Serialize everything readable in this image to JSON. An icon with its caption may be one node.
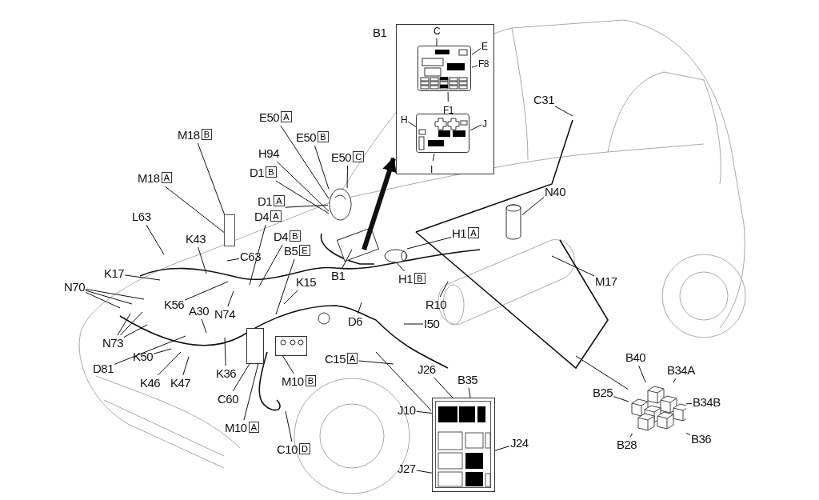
{
  "diagram": {
    "nodes": [
      {
        "text": [
          "B1"
        ]
      },
      {
        "text": [
          "C"
        ],
        "in": 0
      },
      {
        "text": [
          "E"
        ],
        "in": 0
      },
      {
        "text": [
          "F8"
        ],
        "in": 0
      },
      {
        "text": [
          "F1"
        ],
        "in": 0
      },
      {
        "text": [
          "H"
        ],
        "in": 0
      },
      {
        "text": [
          "J"
        ],
        "in": 0
      },
      {
        "text": [
          "I"
        ],
        "in": 0
      },
      {
        "text": [
          "C31"
        ]
      },
      {
        "text": [
          "E50",
          "A"
        ]
      },
      {
        "text": [
          "E50",
          "B"
        ]
      },
      {
        "text": [
          "E50",
          "C"
        ]
      },
      {
        "text": [
          "H94"
        ]
      },
      {
        "text": [
          "M18",
          "B"
        ]
      },
      {
        "text": [
          "M18",
          "A"
        ]
      },
      {
        "text": [
          "D1",
          "B"
        ]
      },
      {
        "text": [
          "D1",
          "A"
        ]
      },
      {
        "text": [
          "D4",
          "A"
        ]
      },
      {
        "text": [
          "D4",
          "B"
        ]
      },
      {
        "text": [
          "L63"
        ]
      },
      {
        "text": [
          "K43"
        ]
      },
      {
        "text": [
          "C63"
        ]
      },
      {
        "text": [
          "B5",
          "E"
        ]
      },
      {
        "text": [
          "N40"
        ]
      },
      {
        "text": [
          "H1",
          "A"
        ]
      },
      {
        "text": [
          "H1",
          "B"
        ]
      },
      {
        "text": [
          "B1"
        ]
      },
      {
        "text": [
          "K17"
        ]
      },
      {
        "text": [
          "K56"
        ]
      },
      {
        "text": [
          "N70"
        ]
      },
      {
        "text": [
          "A30"
        ]
      },
      {
        "text": [
          "N74"
        ]
      },
      {
        "text": [
          "K15"
        ]
      },
      {
        "text": [
          "M17"
        ]
      },
      {
        "text": [
          "R10"
        ]
      },
      {
        "text": [
          "D6"
        ]
      },
      {
        "text": [
          "I50"
        ]
      },
      {
        "text": [
          "N73"
        ]
      },
      {
        "text": [
          "D81"
        ]
      },
      {
        "text": [
          "K50"
        ]
      },
      {
        "text": [
          "K36"
        ]
      },
      {
        "text": [
          "C15",
          "A"
        ]
      },
      {
        "text": [
          "K46"
        ]
      },
      {
        "text": [
          "K47"
        ]
      },
      {
        "text": [
          "C60"
        ]
      },
      {
        "text": [
          "M10",
          "B"
        ]
      },
      {
        "text": [
          "M10",
          "A"
        ]
      },
      {
        "text": [
          "C10",
          "D"
        ]
      },
      {
        "text": [],
        "shape": "box"
      },
      {
        "text": [
          "J26"
        ]
      },
      {
        "text": [
          "B35"
        ]
      },
      {
        "text": [
          "J10"
        ]
      },
      {
        "text": [
          "J24"
        ]
      },
      {
        "text": [
          "J27"
        ]
      },
      {
        "text": [],
        "shape": "picture"
      },
      {
        "text": [
          "B40"
        ]
      },
      {
        "text": [
          "B34A"
        ]
      },
      {
        "text": [
          "B25"
        ]
      },
      {
        "text": [
          "B34B"
        ]
      },
      {
        "text": [
          "B28"
        ]
      },
      {
        "text": [
          "B36"
        ]
      },
      {
        "text": [],
        "shape": "box",
        "in": 0
      },
      {
        "text": [],
        "shape": "box",
        "in": 0
      },
      {
        "text": [],
        "shape": "box"
      },
      {
        "text": [],
        "shape": "cylinder"
      },
      {
        "text": [],
        "shape": "cylinder"
      },
      {
        "text": [],
        "shape": "picture"
      },
      {
        "text": [],
        "shape": "box"
      },
      {
        "text": [],
        "shape": "box"
      }
    ],
    "edges": [
      {
        "from": 1,
        "to": 61,
        "arrow": "none"
      },
      {
        "from": 2,
        "to": 61,
        "arrow": "none"
      },
      {
        "from": 3,
        "to": 61,
        "arrow": "none"
      },
      {
        "from": 4,
        "to": 61,
        "arrow": "none"
      },
      {
        "from": 5,
        "to": 62,
        "arrow": "none"
      },
      {
        "from": 6,
        "to": 62,
        "arrow": "none"
      },
      {
        "from": 7,
        "to": 62,
        "arrow": "none"
      },
      {
        "from": 8,
        "to": null,
        "arrow": "none"
      },
      {
        "from": 9,
        "to": 66,
        "arrow": "none"
      },
      {
        "from": 10,
        "to": 66,
        "arrow": "none"
      },
      {
        "from": 11,
        "to": 66,
        "arrow": "none"
      },
      {
        "from": 12,
        "to": 66,
        "arrow": "none"
      },
      {
        "from": 13,
        "to": 63,
        "arrow": "none"
      },
      {
        "from": 14,
        "to": 63,
        "arrow": "none"
      },
      {
        "from": 15,
        "to": 66,
        "arrow": "none"
      },
      {
        "from": 16,
        "to": 66,
        "arrow": "none"
      },
      {
        "from": 17,
        "to": null,
        "arrow": "none"
      },
      {
        "from": 18,
        "to": null,
        "arrow": "none"
      },
      {
        "from": 19,
        "to": null,
        "arrow": "none"
      },
      {
        "from": 20,
        "to": null,
        "arrow": "none"
      },
      {
        "from": 21,
        "to": null,
        "arrow": "none"
      },
      {
        "from": 22,
        "to": null,
        "arrow": "none"
      },
      {
        "from": 23,
        "to": 65,
        "arrow": "none"
      },
      {
        "from": 24,
        "to": 64,
        "arrow": "none"
      },
      {
        "from": 25,
        "to": 64,
        "arrow": "none"
      },
      {
        "from": 26,
        "to": null,
        "arrow": "none"
      },
      {
        "from": 27,
        "to": null,
        "arrow": "none"
      },
      {
        "from": 28,
        "to": null,
        "arrow": "none"
      },
      {
        "from": 29,
        "to": null,
        "arrow": "none"
      },
      {
        "from": 29,
        "to": null,
        "arrow": "none"
      },
      {
        "from": 29,
        "to": null,
        "arrow": "none"
      },
      {
        "from": 30,
        "to": null,
        "arrow": "none"
      },
      {
        "from": 31,
        "to": null,
        "arrow": "none"
      },
      {
        "from": 32,
        "to": null,
        "arrow": "none"
      },
      {
        "from": 33,
        "to": null,
        "arrow": "none"
      },
      {
        "from": 34,
        "to": null,
        "arrow": "none"
      },
      {
        "from": 35,
        "to": null,
        "arrow": "none"
      },
      {
        "from": 36,
        "to": null,
        "arrow": "none"
      },
      {
        "from": 37,
        "to": null,
        "arrow": "none"
      },
      {
        "from": 37,
        "to": null,
        "arrow": "none"
      },
      {
        "from": 37,
        "to": null,
        "arrow": "none"
      },
      {
        "from": 38,
        "to": null,
        "arrow": "none"
      },
      {
        "from": 39,
        "to": null,
        "arrow": "none"
      },
      {
        "from": 40,
        "to": null,
        "arrow": "none"
      },
      {
        "from": 41,
        "to": null,
        "arrow": "none"
      },
      {
        "from": 42,
        "to": null,
        "arrow": "none"
      },
      {
        "from": 43,
        "to": null,
        "arrow": "none"
      },
      {
        "from": 44,
        "to": 67,
        "arrow": "none"
      },
      {
        "from": 45,
        "to": 68,
        "arrow": "none"
      },
      {
        "from": 46,
        "to": 67,
        "arrow": "none"
      },
      {
        "from": 47,
        "to": null,
        "arrow": "none"
      },
      {
        "from": 49,
        "to": 48,
        "arrow": "none"
      },
      {
        "from": 50,
        "to": 48,
        "arrow": "none"
      },
      {
        "from": 51,
        "to": 48,
        "arrow": "none"
      },
      {
        "from": 52,
        "to": 48,
        "arrow": "none"
      },
      {
        "from": 53,
        "to": 48,
        "arrow": "none"
      },
      {
        "from": 55,
        "to": 54,
        "arrow": "none"
      },
      {
        "from": 56,
        "to": 54,
        "arrow": "none"
      },
      {
        "from": 57,
        "to": 54,
        "arrow": "none"
      },
      {
        "from": 58,
        "to": 54,
        "arrow": "none"
      },
      {
        "from": 59,
        "to": 54,
        "arrow": "none"
      },
      {
        "from": 60,
        "to": 54,
        "arrow": "none"
      },
      {
        "from": null,
        "to": 0,
        "arrow": "to",
        "style": "thick"
      },
      {
        "from": null,
        "to": 48,
        "arrow": "none"
      },
      {
        "from": null,
        "to": 54,
        "arrow": "none"
      }
    ]
  }
}
